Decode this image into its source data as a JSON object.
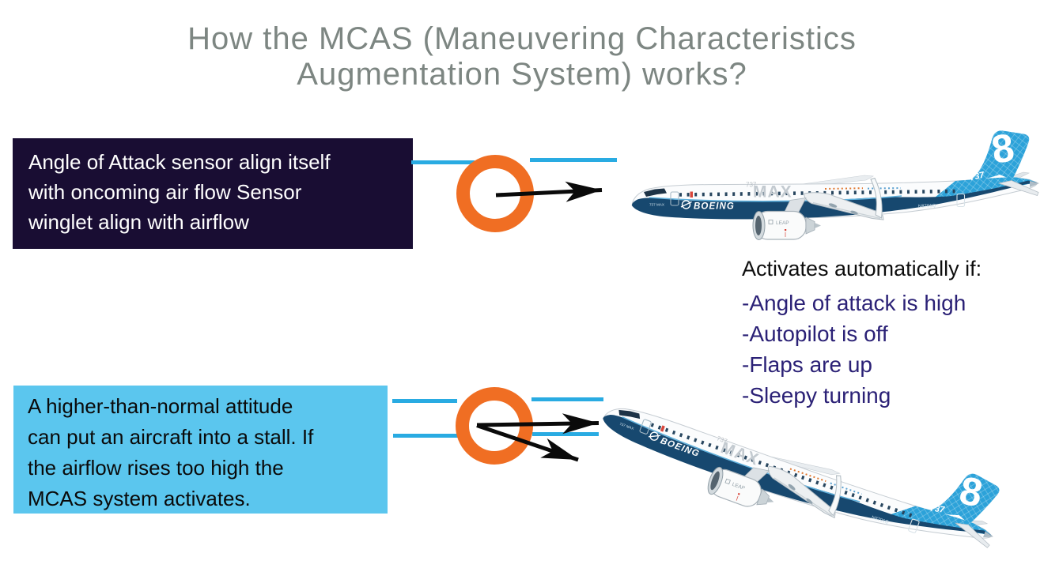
{
  "title": {
    "text": "How the MCAS (Maneuvering Characteristics\nAugmentation System) works?"
  },
  "steps": {
    "sensor_panel": "Angle of Attack sensor align itself\nwith oncoming air flow Sensor\nwinglet align with airflow",
    "stall_panel": "A higher-than-normal attitude\ncan put an aircraft into a stall. If\nthe airflow rises too high the\nMCAS system activates."
  },
  "activation": {
    "heading": "Activates automatically if:",
    "items": [
      "-Angle of attack is high",
      "-Autopilot is off",
      "-Flaps are up",
      "-Sleepy turning"
    ]
  },
  "aircraft": {
    "manufacturer": "BOEING",
    "family_titles": "MAX",
    "model_titles": "737",
    "nose_titles": "737 MAX",
    "tail_variant": "8",
    "tail_model": "737",
    "registration": "N8701Q",
    "engine_brand": "LEAP"
  },
  "colors": {
    "title_gray": "#7D8682",
    "sensor_panel_bg": "#190D33",
    "stall_panel_bg": "#5BC6EE",
    "airflow_cyan": "#29ABE2",
    "ring_orange": "#F06E23",
    "list_navy": "#2B2176",
    "arrow_black": "#0A0A0A",
    "aircraft_navy": "#17486F",
    "aircraft_tail_blue": "#2CA2D9"
  }
}
